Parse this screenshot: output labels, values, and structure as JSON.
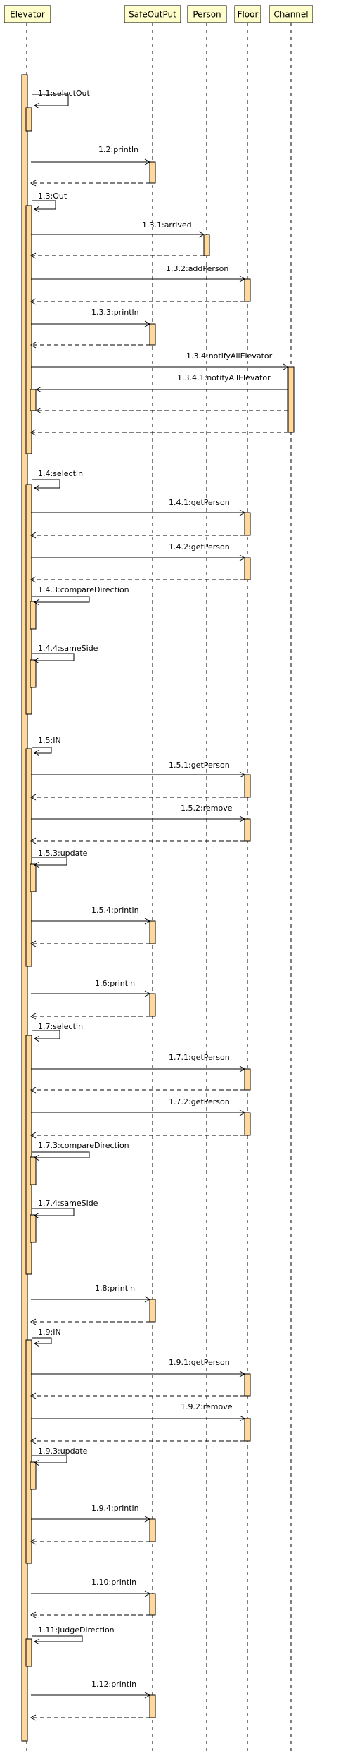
{
  "participants": [
    {
      "id": "elevator",
      "label": "Elevator"
    },
    {
      "id": "safeoutput",
      "label": "SafeOutPut"
    },
    {
      "id": "person",
      "label": "Person"
    },
    {
      "id": "floor",
      "label": "Floor"
    },
    {
      "id": "channel",
      "label": "Channel"
    }
  ],
  "messages": [
    {
      "label": "1.1:selectOut",
      "from": "elevator",
      "to": "elevator",
      "kind": "self"
    },
    {
      "label": "1.2:println",
      "from": "elevator",
      "to": "safeoutput",
      "kind": "call"
    },
    {
      "label": "1.3:Out",
      "from": "elevator",
      "to": "elevator",
      "kind": "self"
    },
    {
      "label": "1.3.1:arrived",
      "from": "elevator",
      "to": "person",
      "kind": "call"
    },
    {
      "label": "1.3.2:addPerson",
      "from": "elevator",
      "to": "floor",
      "kind": "call"
    },
    {
      "label": "1.3.3:println",
      "from": "elevator",
      "to": "safeoutput",
      "kind": "call"
    },
    {
      "label": "1.3.4:notifyAllElevator",
      "from": "elevator",
      "to": "channel",
      "kind": "call"
    },
    {
      "label": "1.3.4.1:notifyAllElevator",
      "from": "channel",
      "to": "elevator",
      "kind": "call"
    },
    {
      "label": "1.4:selectIn",
      "from": "elevator",
      "to": "elevator",
      "kind": "self"
    },
    {
      "label": "1.4.1:getPerson",
      "from": "elevator",
      "to": "floor",
      "kind": "call"
    },
    {
      "label": "1.4.2:getPerson",
      "from": "elevator",
      "to": "floor",
      "kind": "call"
    },
    {
      "label": "1.4.3:compareDirection",
      "from": "elevator",
      "to": "elevator",
      "kind": "self"
    },
    {
      "label": "1.4.4:sameSide",
      "from": "elevator",
      "to": "elevator",
      "kind": "self"
    },
    {
      "label": "1.5:IN",
      "from": "elevator",
      "to": "elevator",
      "kind": "self"
    },
    {
      "label": "1.5.1:getPerson",
      "from": "elevator",
      "to": "floor",
      "kind": "call"
    },
    {
      "label": "1.5.2:remove",
      "from": "elevator",
      "to": "floor",
      "kind": "call"
    },
    {
      "label": "1.5.3:update",
      "from": "elevator",
      "to": "elevator",
      "kind": "self"
    },
    {
      "label": "1.5.4:println",
      "from": "elevator",
      "to": "safeoutput",
      "kind": "call"
    },
    {
      "label": "1.6:println",
      "from": "elevator",
      "to": "safeoutput",
      "kind": "call"
    },
    {
      "label": "1.7:selectIn",
      "from": "elevator",
      "to": "elevator",
      "kind": "self"
    },
    {
      "label": "1.7.1:getPerson",
      "from": "elevator",
      "to": "floor",
      "kind": "call"
    },
    {
      "label": "1.7.2:getPerson",
      "from": "elevator",
      "to": "floor",
      "kind": "call"
    },
    {
      "label": "1.7.3:compareDirection",
      "from": "elevator",
      "to": "elevator",
      "kind": "self"
    },
    {
      "label": "1.7.4:sameSide",
      "from": "elevator",
      "to": "elevator",
      "kind": "self"
    },
    {
      "label": "1.8:println",
      "from": "elevator",
      "to": "safeoutput",
      "kind": "call"
    },
    {
      "label": "1.9:IN",
      "from": "elevator",
      "to": "elevator",
      "kind": "self"
    },
    {
      "label": "1.9.1:getPerson",
      "from": "elevator",
      "to": "floor",
      "kind": "call"
    },
    {
      "label": "1.9.2:remove",
      "from": "elevator",
      "to": "floor",
      "kind": "call"
    },
    {
      "label": "1.9.3:update",
      "from": "elevator",
      "to": "elevator",
      "kind": "self"
    },
    {
      "label": "1.9.4:println",
      "from": "elevator",
      "to": "safeoutput",
      "kind": "call"
    },
    {
      "label": "1.10:println",
      "from": "elevator",
      "to": "safeoutput",
      "kind": "call"
    },
    {
      "label": "1.11:judgeDirection",
      "from": "elevator",
      "to": "elevator",
      "kind": "self"
    },
    {
      "label": "1.12:println",
      "from": "elevator",
      "to": "safeoutput",
      "kind": "call"
    }
  ],
  "colors": {
    "participant_fill": "#ffffcc",
    "activation_fill": "#ffd89a",
    "line": "#000000"
  }
}
